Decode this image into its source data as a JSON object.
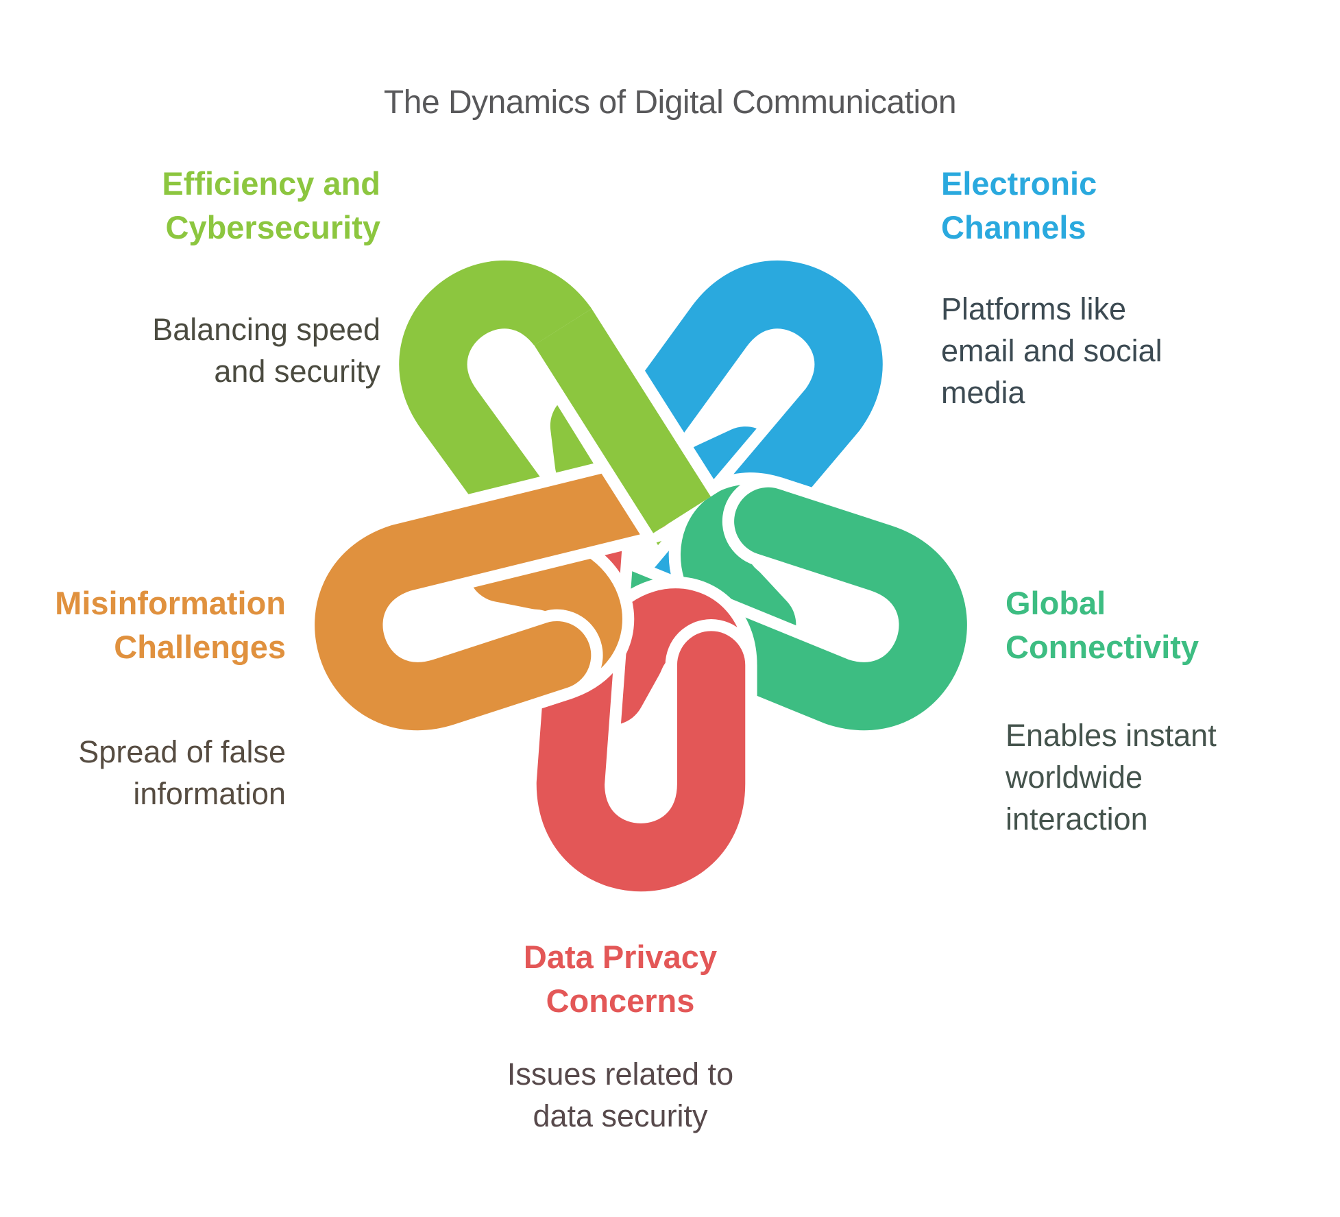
{
  "title": "The Dynamics of Digital Communication",
  "background_color": "#ffffff",
  "knot": {
    "description": "five-loop-interlocking-star-knot",
    "casing_color": "#ffffff",
    "loop_colors": {
      "lime": "#8CC63F",
      "blue": "#2AA9DE",
      "teal": "#3DBD82",
      "red": "#E35757",
      "orange": "#E0913E"
    }
  },
  "sections": [
    {
      "id": "efficiency",
      "accent": "#8CC63F",
      "heading_lines": [
        "Efficiency and",
        "Cybersecurity"
      ],
      "body_lines": [
        "Balancing speed",
        "and security"
      ]
    },
    {
      "id": "electronic",
      "accent": "#2AA9DE",
      "heading_lines": [
        "Electronic",
        "Channels"
      ],
      "body_lines": [
        "Platforms like",
        "email and social",
        "media"
      ]
    },
    {
      "id": "global",
      "accent": "#3DBD82",
      "heading_lines": [
        "Global",
        "Connectivity"
      ],
      "body_lines": [
        "Enables instant",
        "worldwide",
        "interaction"
      ]
    },
    {
      "id": "privacy",
      "accent": "#E35757",
      "heading_lines": [
        "Data Privacy",
        "Concerns"
      ],
      "body_lines": [
        "Issues related to",
        "data security"
      ]
    },
    {
      "id": "misinformation",
      "accent": "#E0913E",
      "heading_lines": [
        "Misinformation",
        "Challenges"
      ],
      "body_lines": [
        "Spread of false",
        "information"
      ]
    }
  ]
}
